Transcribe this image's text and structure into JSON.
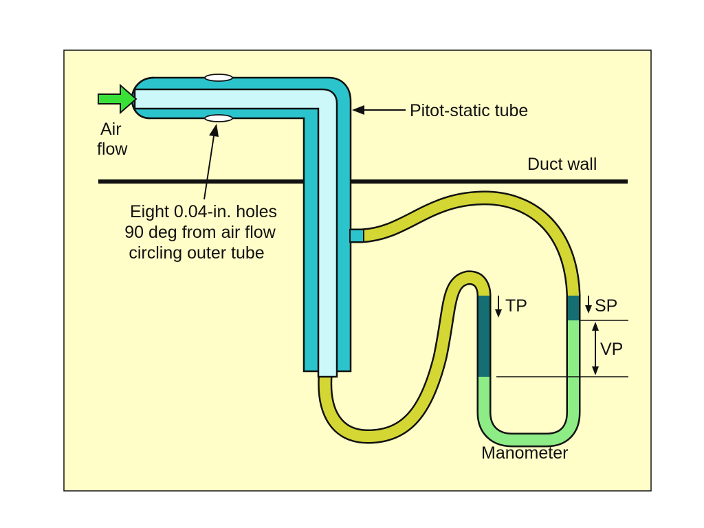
{
  "labels": {
    "air_flow_line1": "Air",
    "air_flow_line2": "flow",
    "pitot_static_tube": "Pitot-static tube",
    "duct_wall": "Duct wall",
    "holes_line1": "Eight 0.04-in. holes",
    "holes_line2": "90 deg from air flow",
    "holes_line3": "circling outer tube",
    "tp": "TP",
    "sp": "SP",
    "vp": "VP",
    "manometer": "Manometer"
  },
  "colors": {
    "background": "#FFFDC8",
    "outer_tube": "#2CC4CC",
    "inner_tube": "#CCF8FA",
    "hose": "#D4D634",
    "manometer_fluid": "#8DEC86",
    "fluid_column": "#156E72",
    "arrow": "#38E038",
    "outline": "#111111"
  }
}
